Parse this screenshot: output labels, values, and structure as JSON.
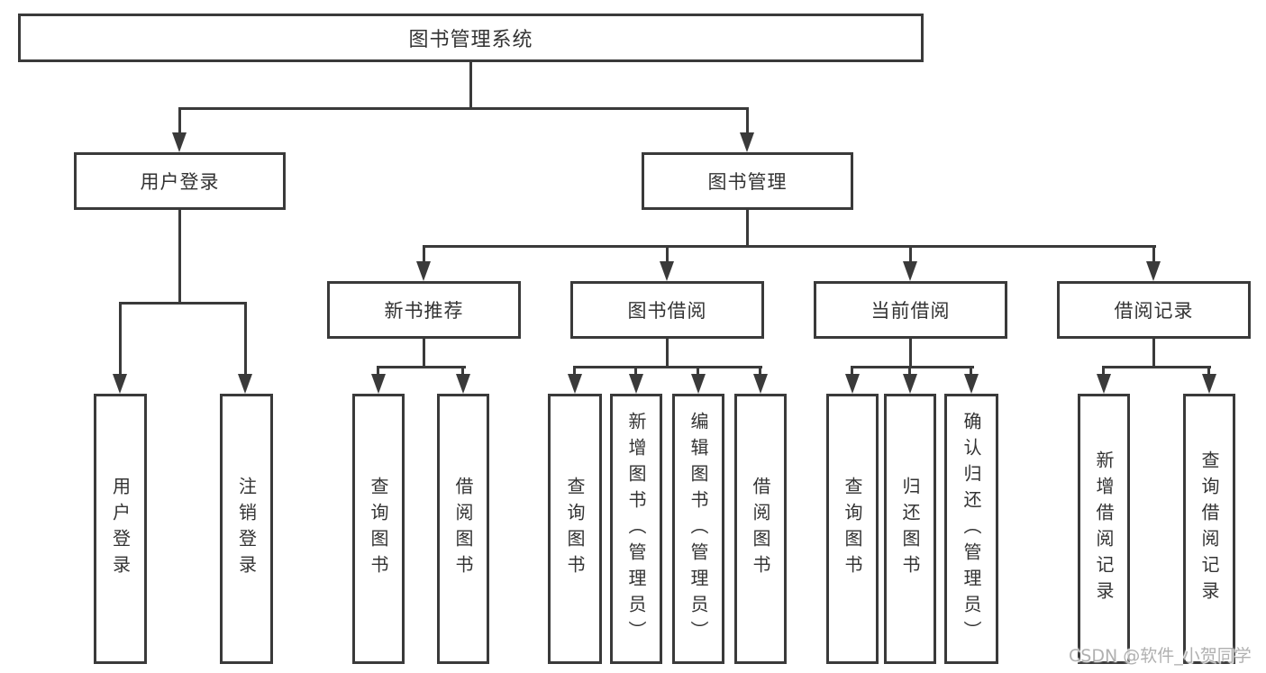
{
  "nodes": {
    "root": {
      "label": "图书管理系统"
    },
    "user_login": {
      "label": "用户登录"
    },
    "book_mgmt": {
      "label": "图书管理"
    },
    "new_book_rec": {
      "label": "新书推荐"
    },
    "book_borrow": {
      "label": "图书借阅"
    },
    "current_borrow": {
      "label": "当前借阅"
    },
    "borrow_record": {
      "label": "借阅记录"
    },
    "ul_login": {
      "label": "用户登录"
    },
    "ul_logout": {
      "label": "注销登录"
    },
    "nb_query": {
      "label": "查询图书"
    },
    "nb_borrow": {
      "label": "借阅图书"
    },
    "bb_query": {
      "label": "查询图书"
    },
    "bb_add": {
      "label": "新增图书（管理员）"
    },
    "bb_edit": {
      "label": "编辑图书（管理员）"
    },
    "bb_borrow": {
      "label": "借阅图书"
    },
    "cb_query": {
      "label": "查询图书"
    },
    "cb_return": {
      "label": "归还图书"
    },
    "cb_confirm": {
      "label": "确认归还（管理员）"
    },
    "br_add": {
      "label": "新增借阅记录"
    },
    "br_query": {
      "label": "查询借阅记录"
    }
  },
  "hierarchy": {
    "图书管理系统": {
      "用户登录": [
        "用户登录",
        "注销登录"
      ],
      "图书管理": {
        "新书推荐": [
          "查询图书",
          "借阅图书"
        ],
        "图书借阅": [
          "查询图书",
          "新增图书（管理员）",
          "编辑图书（管理员）",
          "借阅图书"
        ],
        "当前借阅": [
          "查询图书",
          "归还图书",
          "确认归还（管理员）"
        ],
        "借阅记录": [
          "新增借阅记录",
          "查询借阅记录"
        ]
      }
    }
  },
  "watermark": {
    "text": "CSDN @软件_小贺同学"
  },
  "colors": {
    "line": "#3a3a3a",
    "text": "#333333",
    "watermark": "#b0b0b0",
    "background": "#ffffff"
  }
}
